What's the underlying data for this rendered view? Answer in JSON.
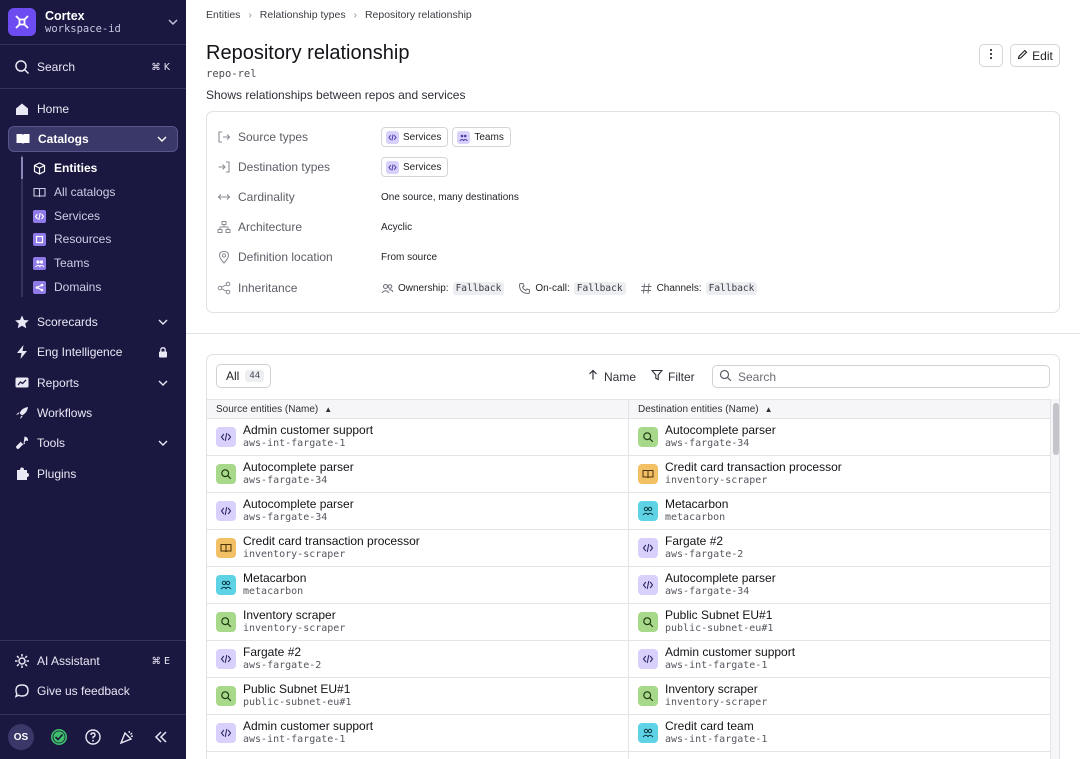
{
  "workspace": {
    "name": "Cortex",
    "id": "workspace-id"
  },
  "sidebar": {
    "search": {
      "label": "Search",
      "shortcut": "⌘ K"
    },
    "nav": [
      {
        "label": "Home"
      },
      {
        "label": "Catalogs"
      },
      {
        "label": "Scorecards"
      },
      {
        "label": "Eng Intelligence"
      },
      {
        "label": "Reports"
      },
      {
        "label": "Workflows"
      },
      {
        "label": "Tools"
      },
      {
        "label": "Plugins"
      }
    ],
    "catalog_sub": [
      {
        "label": "Entities"
      },
      {
        "label": "All catalogs"
      },
      {
        "label": "Services"
      },
      {
        "label": "Resources"
      },
      {
        "label": "Teams"
      },
      {
        "label": "Domains"
      }
    ],
    "ai_assistant": {
      "label": "AI Assistant",
      "shortcut": "⌘ E"
    },
    "feedback": {
      "label": "Give us feedback"
    },
    "user_initials": "OS"
  },
  "breadcrumb": [
    "Entities",
    "Relationship types",
    "Repository relationship"
  ],
  "page": {
    "title": "Repository relationship",
    "id": "repo-rel",
    "description": "Shows relationships between repos and services",
    "edit_label": "Edit"
  },
  "properties": {
    "source_types": {
      "label": "Source types",
      "tags": [
        "Services",
        "Teams"
      ]
    },
    "destination_types": {
      "label": "Destination types",
      "tags": [
        "Services"
      ]
    },
    "cardinality": {
      "label": "Cardinality",
      "value": "One source, many destinations"
    },
    "architecture": {
      "label": "Architecture",
      "value": "Acyclic"
    },
    "definition_location": {
      "label": "Definition location",
      "value": "From source"
    },
    "inheritance": {
      "label": "Inheritance",
      "items": [
        {
          "name": "Ownership:",
          "value": "Fallback"
        },
        {
          "name": "On-call:",
          "value": "Fallback"
        },
        {
          "name": "Channels:",
          "value": "Fallback"
        }
      ]
    }
  },
  "table": {
    "all_label": "All",
    "all_count": "44",
    "sort_label": "Name",
    "filter_label": "Filter",
    "search_placeholder": "Search",
    "columns": [
      "Source entities (Name)",
      "Destination entities (Name)"
    ],
    "rows": [
      {
        "source": {
          "name": "Admin customer support",
          "tag": "aws-int-fargate-1",
          "kind": "service"
        },
        "dest": {
          "name": "Autocomplete parser",
          "tag": "aws-fargate-34",
          "kind": "resource"
        }
      },
      {
        "source": {
          "name": "Autocomplete parser",
          "tag": "aws-fargate-34",
          "kind": "resource"
        },
        "dest": {
          "name": "Credit card transaction processor",
          "tag": "inventory-scraper",
          "kind": "catalog"
        }
      },
      {
        "source": {
          "name": "Autocomplete parser",
          "tag": "aws-fargate-34",
          "kind": "service"
        },
        "dest": {
          "name": "Metacarbon",
          "tag": "metacarbon",
          "kind": "team"
        }
      },
      {
        "source": {
          "name": "Credit card transaction processor",
          "tag": "inventory-scraper",
          "kind": "catalog"
        },
        "dest": {
          "name": "Fargate #2",
          "tag": "aws-fargate-2",
          "kind": "service"
        }
      },
      {
        "source": {
          "name": "Metacarbon",
          "tag": "metacarbon",
          "kind": "team"
        },
        "dest": {
          "name": "Autocomplete parser",
          "tag": "aws-fargate-34",
          "kind": "service"
        }
      },
      {
        "source": {
          "name": "Inventory scraper",
          "tag": "inventory-scraper",
          "kind": "resource"
        },
        "dest": {
          "name": "Public Subnet EU#1",
          "tag": "public-subnet-eu#1",
          "kind": "resource"
        }
      },
      {
        "source": {
          "name": "Fargate #2",
          "tag": "aws-fargate-2",
          "kind": "service"
        },
        "dest": {
          "name": "Admin customer support",
          "tag": "aws-int-fargate-1",
          "kind": "service"
        }
      },
      {
        "source": {
          "name": "Public Subnet EU#1",
          "tag": "public-subnet-eu#1",
          "kind": "resource"
        },
        "dest": {
          "name": "Inventory scraper",
          "tag": "inventory-scraper",
          "kind": "resource"
        }
      },
      {
        "source": {
          "name": "Admin customer support",
          "tag": "aws-int-fargate-1",
          "kind": "service"
        },
        "dest": {
          "name": "Credit card team",
          "tag": "aws-int-fargate-1",
          "kind": "team"
        }
      }
    ]
  },
  "colors": {
    "sidebar_bg": "#1a1840",
    "brand": "#6d4df2",
    "service_icon_bg": "#d9d1fb",
    "resource_icon_bg": "#a8d98a",
    "catalog_icon_bg": "#f2c166",
    "team_icon_bg": "#5ed3e6"
  }
}
